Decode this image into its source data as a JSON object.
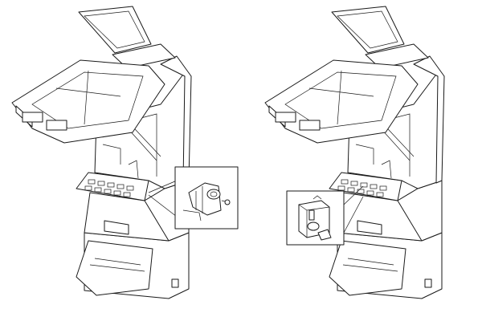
{
  "figure": {
    "stroke_color": "#1a1a1a",
    "background_color": "#ffffff",
    "panels": [
      {
        "id": "left",
        "detail": "latch-bracket-inset"
      },
      {
        "id": "right",
        "detail": "lock-assembly-inset"
      }
    ]
  }
}
